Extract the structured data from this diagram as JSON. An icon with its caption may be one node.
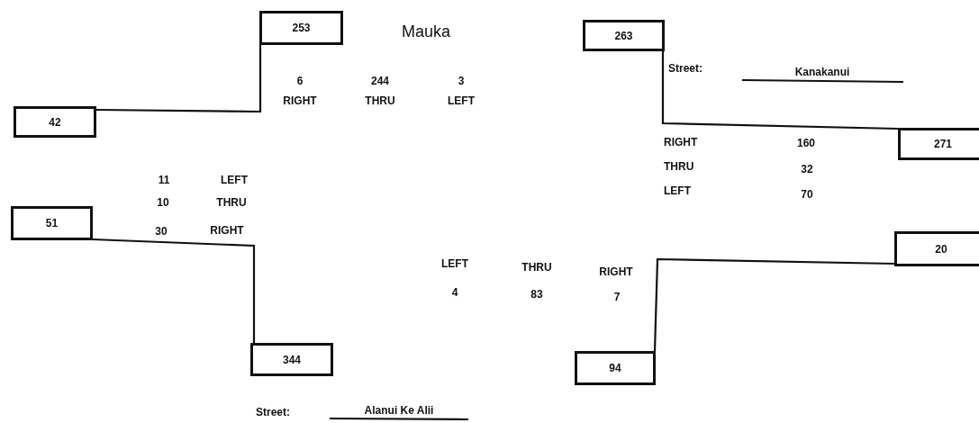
{
  "diagram": {
    "nodes": [
      {
        "text": [
          "253"
        ]
      },
      {
        "text": [
          "263"
        ]
      },
      {
        "text": [
          "42"
        ]
      },
      {
        "text": [
          "271"
        ]
      },
      {
        "text": [
          "51"
        ]
      },
      {
        "text": [
          "20"
        ]
      },
      {
        "text": [
          "344"
        ]
      },
      {
        "text": [
          "94"
        ]
      }
    ],
    "edges": [
      {
        "from": 2,
        "to": 0,
        "arrow": "none"
      },
      {
        "from": 1,
        "to": 3,
        "arrow": "none"
      },
      {
        "from": 4,
        "to": 6,
        "arrow": "none"
      },
      {
        "from": 5,
        "to": 7,
        "arrow": "none"
      }
    ],
    "labels": [
      "Mauka",
      "Street:",
      "Kanakanui",
      "6",
      "244",
      "3",
      "RIGHT",
      "THRU",
      "LEFT",
      "RIGHT",
      "160",
      "THRU",
      "32",
      "LEFT",
      "70",
      "11",
      "LEFT",
      "10",
      "THRU",
      "30",
      "RIGHT",
      "LEFT",
      "THRU",
      "RIGHT",
      "4",
      "83",
      "7",
      "Street:",
      "Alanui Ke Alii"
    ]
  }
}
